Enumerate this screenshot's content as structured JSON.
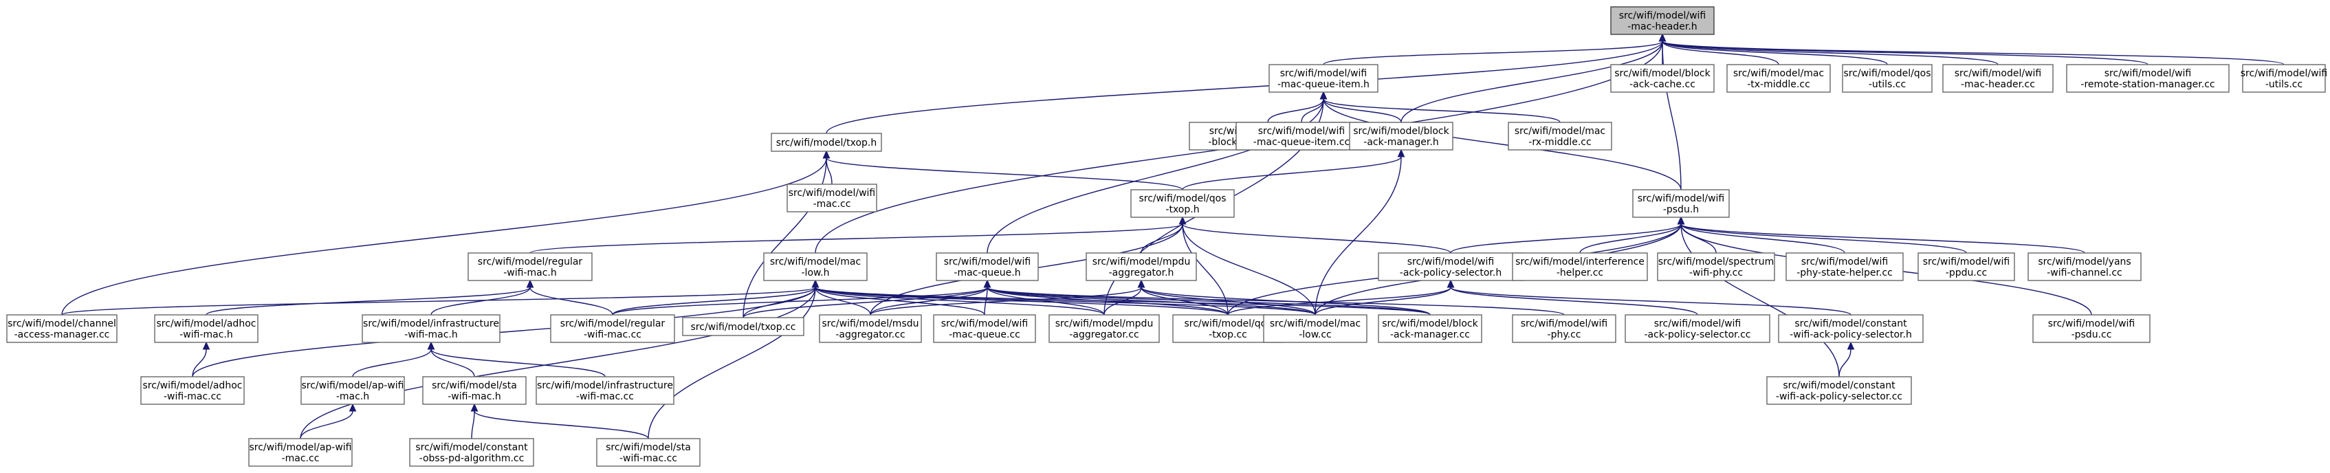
{
  "root": "src/wifi/model/wifi-mac-header.h",
  "nodes": [
    {
      "id": "root",
      "lines": [
        "src/wifi/model/wifi",
        "-mac-header.h"
      ]
    },
    {
      "id": "mqi_h",
      "lines": [
        "src/wifi/model/wifi",
        "-mac-queue-item.h"
      ]
    },
    {
      "id": "bac_cc",
      "lines": [
        "src/wifi/model/block",
        "-ack-cache.cc"
      ]
    },
    {
      "id": "mactx_cc",
      "lines": [
        "src/wifi/model/mac",
        "-tx-middle.cc"
      ]
    },
    {
      "id": "qosutils_cc",
      "lines": [
        "src/wifi/model/qos",
        "-utils.cc"
      ]
    },
    {
      "id": "machdr_cc",
      "lines": [
        "src/wifi/model/wifi",
        "-mac-header.cc"
      ]
    },
    {
      "id": "rsm_cc",
      "lines": [
        "src/wifi/model/wifi",
        "-remote-station-manager.cc"
      ]
    },
    {
      "id": "utils_cc",
      "lines": [
        "src/wifi/model/wifi",
        "-utils.cc"
      ]
    },
    {
      "id": "txop_h",
      "lines": [
        "src/wifi/model/txop.h"
      ]
    },
    {
      "id": "oba_cc",
      "lines": [
        "src/wifi/model/originator",
        "-block-ack-agreement.cc"
      ]
    },
    {
      "id": "mqi_cc",
      "lines": [
        "src/wifi/model/wifi",
        "-mac-queue-item.cc"
      ]
    },
    {
      "id": "bam_h",
      "lines": [
        "src/wifi/model/block",
        "-ack-manager.h"
      ]
    },
    {
      "id": "macrx_cc",
      "lines": [
        "src/wifi/model/mac",
        "-rx-middle.cc"
      ]
    },
    {
      "id": "wmac_cc",
      "lines": [
        "src/wifi/model/wifi",
        "-mac.cc"
      ]
    },
    {
      "id": "qostxop_h",
      "lines": [
        "src/wifi/model/qos",
        "-txop.h"
      ]
    },
    {
      "id": "psdu_h",
      "lines": [
        "src/wifi/model/wifi",
        "-psdu.h"
      ]
    },
    {
      "id": "regular_h",
      "lines": [
        "src/wifi/model/regular",
        "-wifi-mac.h"
      ]
    },
    {
      "id": "maclow_h",
      "lines": [
        "src/wifi/model/mac",
        "-low.h"
      ]
    },
    {
      "id": "macq_h",
      "lines": [
        "src/wifi/model/wifi",
        "-mac-queue.h"
      ]
    },
    {
      "id": "mpdu_h",
      "lines": [
        "src/wifi/model/mpdu",
        "-aggregator.h"
      ]
    },
    {
      "id": "aps_h",
      "lines": [
        "src/wifi/model/wifi",
        "-ack-policy-selector.h"
      ]
    },
    {
      "id": "intf_cc",
      "lines": [
        "src/wifi/model/interference",
        "-helper.cc"
      ]
    },
    {
      "id": "spec_cc",
      "lines": [
        "src/wifi/model/spectrum",
        "-wifi-phy.cc"
      ]
    },
    {
      "id": "psh_cc",
      "lines": [
        "src/wifi/model/wifi",
        "-phy-state-helper.cc"
      ]
    },
    {
      "id": "ppdu_cc",
      "lines": [
        "src/wifi/model/wifi",
        "-ppdu.cc"
      ]
    },
    {
      "id": "yans_cc",
      "lines": [
        "src/wifi/model/yans",
        "-wifi-channel.cc"
      ]
    },
    {
      "id": "chan_cc",
      "lines": [
        "src/wifi/model/channel",
        "-access-manager.cc"
      ]
    },
    {
      "id": "adhoc_h",
      "lines": [
        "src/wifi/model/adhoc",
        "-wifi-mac.h"
      ]
    },
    {
      "id": "infra_h",
      "lines": [
        "src/wifi/model/infrastructure",
        "-wifi-mac.h"
      ]
    },
    {
      "id": "regular_cc",
      "lines": [
        "src/wifi/model/regular",
        "-wifi-mac.cc"
      ]
    },
    {
      "id": "txop_cc",
      "lines": [
        "src/wifi/model/txop.cc"
      ]
    },
    {
      "id": "msdu_cc",
      "lines": [
        "src/wifi/model/msdu",
        "-aggregator.cc"
      ]
    },
    {
      "id": "macq_cc",
      "lines": [
        "src/wifi/model/wifi",
        "-mac-queue.cc"
      ]
    },
    {
      "id": "mpdu_cc",
      "lines": [
        "src/wifi/model/mpdu",
        "-aggregator.cc"
      ]
    },
    {
      "id": "qostxop_cc",
      "lines": [
        "src/wifi/model/qos",
        "-txop.cc"
      ]
    },
    {
      "id": "maclow_cc",
      "lines": [
        "src/wifi/model/mac",
        "-low.cc"
      ]
    },
    {
      "id": "bam_cc",
      "lines": [
        "src/wifi/model/block",
        "-ack-manager.cc"
      ]
    },
    {
      "id": "phy_cc",
      "lines": [
        "src/wifi/model/wifi",
        "-phy.cc"
      ]
    },
    {
      "id": "aps_cc",
      "lines": [
        "src/wifi/model/wifi",
        "-ack-policy-selector.cc"
      ]
    },
    {
      "id": "caps_h",
      "lines": [
        "src/wifi/model/constant",
        "-wifi-ack-policy-selector.h"
      ]
    },
    {
      "id": "psdu_cc",
      "lines": [
        "src/wifi/model/wifi",
        "-psdu.cc"
      ]
    },
    {
      "id": "adhoc_cc",
      "lines": [
        "src/wifi/model/adhoc",
        "-wifi-mac.cc"
      ]
    },
    {
      "id": "ap_h",
      "lines": [
        "src/wifi/model/ap-wifi",
        "-mac.h"
      ]
    },
    {
      "id": "sta_h",
      "lines": [
        "src/wifi/model/sta",
        "-wifi-mac.h"
      ]
    },
    {
      "id": "infra_cc",
      "lines": [
        "src/wifi/model/infrastructure",
        "-wifi-mac.cc"
      ]
    },
    {
      "id": "caps_cc",
      "lines": [
        "src/wifi/model/constant",
        "-wifi-ack-policy-selector.cc"
      ]
    },
    {
      "id": "ap_cc",
      "lines": [
        "src/wifi/model/ap-wifi",
        "-mac.cc"
      ]
    },
    {
      "id": "obss_cc",
      "lines": [
        "src/wifi/model/constant",
        "-obss-pd-algorithm.cc"
      ]
    },
    {
      "id": "sta_cc",
      "lines": [
        "src/wifi/model/sta",
        "-wifi-mac.cc"
      ]
    }
  ],
  "edges": [
    [
      "mqi_h",
      "root"
    ],
    [
      "bac_cc",
      "root"
    ],
    [
      "mactx_cc",
      "root"
    ],
    [
      "qosutils_cc",
      "root"
    ],
    [
      "machdr_cc",
      "root"
    ],
    [
      "rsm_cc",
      "root"
    ],
    [
      "utils_cc",
      "root"
    ],
    [
      "txop_h",
      "root"
    ],
    [
      "bam_h",
      "root"
    ],
    [
      "maclow_h",
      "root"
    ],
    [
      "psdu_h",
      "root"
    ],
    [
      "oba_cc",
      "mqi_h"
    ],
    [
      "mqi_cc",
      "mqi_h"
    ],
    [
      "bam_h",
      "mqi_h"
    ],
    [
      "macrx_cc",
      "mqi_h"
    ],
    [
      "psdu_h",
      "mqi_h"
    ],
    [
      "macq_h",
      "mqi_h"
    ],
    [
      "mpdu_cc",
      "mqi_h"
    ],
    [
      "wmac_cc",
      "txop_h"
    ],
    [
      "qostxop_h",
      "txop_h"
    ],
    [
      "chan_cc",
      "txop_h"
    ],
    [
      "txop_cc",
      "txop_h"
    ],
    [
      "qostxop_h",
      "bam_h"
    ],
    [
      "maclow_cc",
      "bam_h"
    ],
    [
      "regular_h",
      "qostxop_h"
    ],
    [
      "mpdu_h",
      "qostxop_h"
    ],
    [
      "aps_h",
      "qostxop_h"
    ],
    [
      "msdu_cc",
      "qostxop_h"
    ],
    [
      "qostxop_cc",
      "qostxop_h"
    ],
    [
      "maclow_cc",
      "qostxop_h"
    ],
    [
      "aps_h",
      "psdu_h"
    ],
    [
      "intf_cc",
      "psdu_h"
    ],
    [
      "spec_cc",
      "psdu_h"
    ],
    [
      "psh_cc",
      "psdu_h"
    ],
    [
      "ppdu_cc",
      "psdu_h"
    ],
    [
      "yans_cc",
      "psdu_h"
    ],
    [
      "psdu_cc",
      "psdu_h"
    ],
    [
      "maclow_cc",
      "psdu_h"
    ],
    [
      "qostxop_cc",
      "psdu_h"
    ],
    [
      "caps_cc",
      "psdu_h"
    ],
    [
      "adhoc_h",
      "regular_h"
    ],
    [
      "infra_h",
      "regular_h"
    ],
    [
      "regular_cc",
      "regular_h"
    ],
    [
      "chan_cc",
      "maclow_h"
    ],
    [
      "adhoc_cc",
      "maclow_h"
    ],
    [
      "ap_cc",
      "maclow_h"
    ],
    [
      "regular_cc",
      "maclow_h"
    ],
    [
      "txop_cc",
      "maclow_h"
    ],
    [
      "msdu_cc",
      "maclow_h"
    ],
    [
      "macq_cc",
      "maclow_h"
    ],
    [
      "mpdu_cc",
      "maclow_h"
    ],
    [
      "qostxop_cc",
      "maclow_h"
    ],
    [
      "maclow_cc",
      "maclow_h"
    ],
    [
      "bam_cc",
      "maclow_h"
    ],
    [
      "sta_cc",
      "maclow_h"
    ],
    [
      "regular_cc",
      "macq_h"
    ],
    [
      "txop_cc",
      "macq_h"
    ],
    [
      "msdu_cc",
      "macq_h"
    ],
    [
      "macq_cc",
      "macq_h"
    ],
    [
      "mpdu_cc",
      "macq_h"
    ],
    [
      "qostxop_cc",
      "macq_h"
    ],
    [
      "maclow_cc",
      "macq_h"
    ],
    [
      "bam_cc",
      "macq_h"
    ],
    [
      "phy_cc",
      "macq_h"
    ],
    [
      "msdu_cc",
      "mpdu_h"
    ],
    [
      "mpdu_cc",
      "mpdu_h"
    ],
    [
      "qostxop_cc",
      "mpdu_h"
    ],
    [
      "maclow_cc",
      "mpdu_h"
    ],
    [
      "bam_cc",
      "mpdu_h"
    ],
    [
      "aps_cc",
      "aps_h"
    ],
    [
      "caps_h",
      "aps_h"
    ],
    [
      "qostxop_cc",
      "aps_h"
    ],
    [
      "maclow_cc",
      "aps_h"
    ],
    [
      "adhoc_cc",
      "adhoc_h"
    ],
    [
      "ap_h",
      "infra_h"
    ],
    [
      "sta_h",
      "infra_h"
    ],
    [
      "infra_cc",
      "infra_h"
    ],
    [
      "caps_cc",
      "caps_h"
    ],
    [
      "ap_cc",
      "ap_h"
    ],
    [
      "obss_cc",
      "sta_h"
    ],
    [
      "sta_cc",
      "sta_h"
    ]
  ]
}
